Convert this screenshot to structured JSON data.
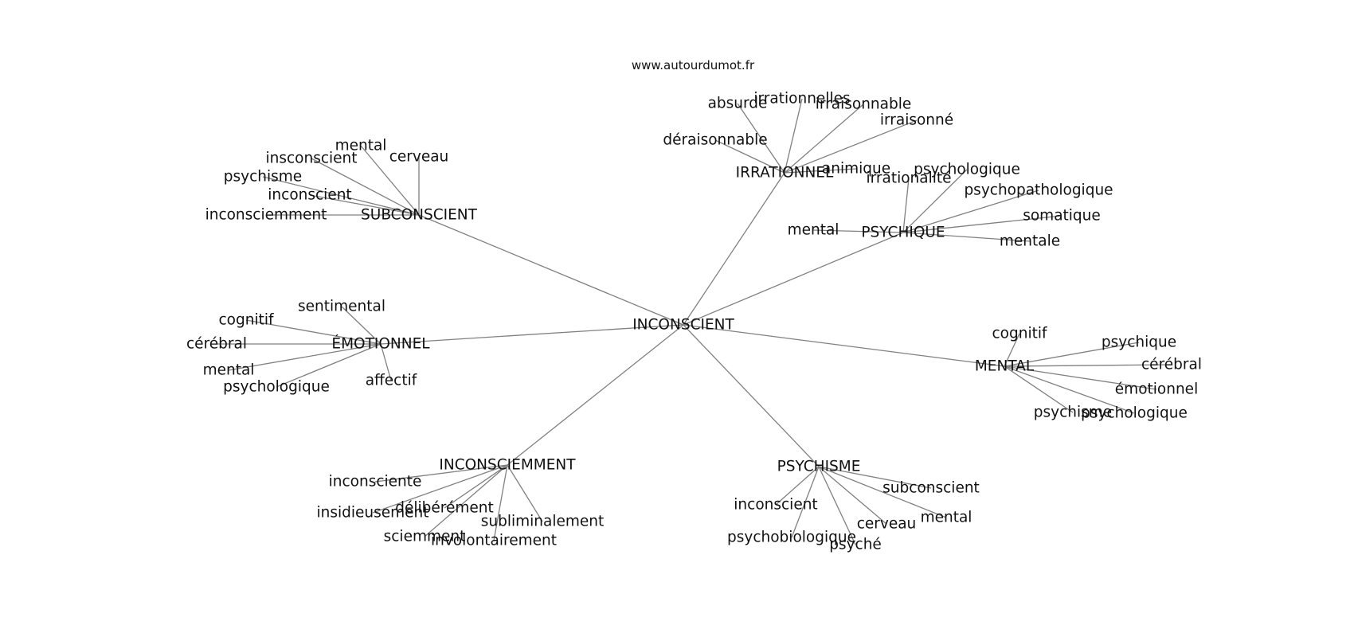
{
  "site": "www.autourdumot.fr",
  "center": "INCONSCIENT",
  "clusters": [
    {
      "label": "IRRATIONNEL",
      "words": [
        "absurde",
        "irrationnelles",
        "irraisonnable",
        "irraisonné",
        "déraisonnable",
        "animique"
      ]
    },
    {
      "label": "PSYCHIQUE",
      "words": [
        "irrationalité",
        "psychologique",
        "psychopathologique",
        "somatique",
        "mentale",
        "mental"
      ]
    },
    {
      "label": "SUBCONSCIENT",
      "words": [
        "mental",
        "cerveau",
        "insconscient",
        "psychisme",
        "inconscient",
        "inconsciemment"
      ]
    },
    {
      "label": "ÉMOTIONNEL",
      "words": [
        "sentimental",
        "cognitif",
        "cérébral",
        "mental",
        "psychologique",
        "affectif"
      ]
    },
    {
      "label": "MENTAL",
      "words": [
        "cognitif",
        "psychique",
        "cérébral",
        "émotionnel",
        "psychisme",
        "psychologique"
      ]
    },
    {
      "label": "INCONSCIEMMENT",
      "words": [
        "inconsciente",
        "délibérément",
        "insidieusement",
        "subliminalement",
        "sciemment",
        "involontairement"
      ]
    },
    {
      "label": "PSYCHISME",
      "words": [
        "subconscient",
        "inconscient",
        "mental",
        "cerveau",
        "psychobiologique",
        "psyché"
      ]
    }
  ]
}
